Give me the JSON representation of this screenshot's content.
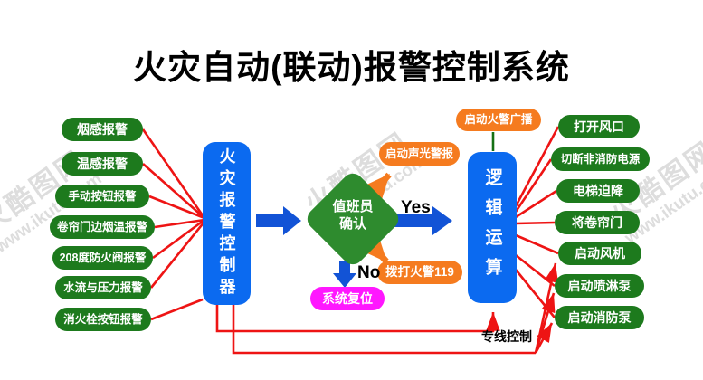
{
  "title": "火灾自动(联动)报警控制系统",
  "watermark": {
    "brand": "火酷图网",
    "url": "www.ikutu.com"
  },
  "left_column": {
    "items": [
      "烟感报警",
      "温感报警",
      "手动按钮报警",
      "卷帘门边烟温报警",
      "208度防火阀报警",
      "水流与压力报警",
      "消火栓按钮报警"
    ]
  },
  "controller_box": {
    "label": "火灾报警控制器"
  },
  "decision": {
    "line1": "值班员",
    "line2": "确认",
    "yes": "Yes",
    "no": "No"
  },
  "alerts": {
    "sound_light": "启动声光警报",
    "broadcast": "启动火警广播",
    "call_119": "拨打火警119",
    "system_reset": "系统复位"
  },
  "logic_box": {
    "label": "逻辑运算"
  },
  "right_column": {
    "items": [
      "打开风口",
      "切断非消防电源",
      "电梯迫降",
      "将卷帘门",
      "启动风机",
      "启动喷淋泵",
      "启动消防泵"
    ]
  },
  "annotations": {
    "dedicated_line": "专线控制"
  },
  "colors": {
    "pill_green": "#1d7a1d",
    "diamond_green": "#2e8b2e",
    "box_blue": "#0b6af0",
    "arrow_blue": "#1253d6",
    "orange": "#f57b1f",
    "magenta": "#ff17ff",
    "line_red": "#ee1414",
    "line_green": "#157015"
  }
}
